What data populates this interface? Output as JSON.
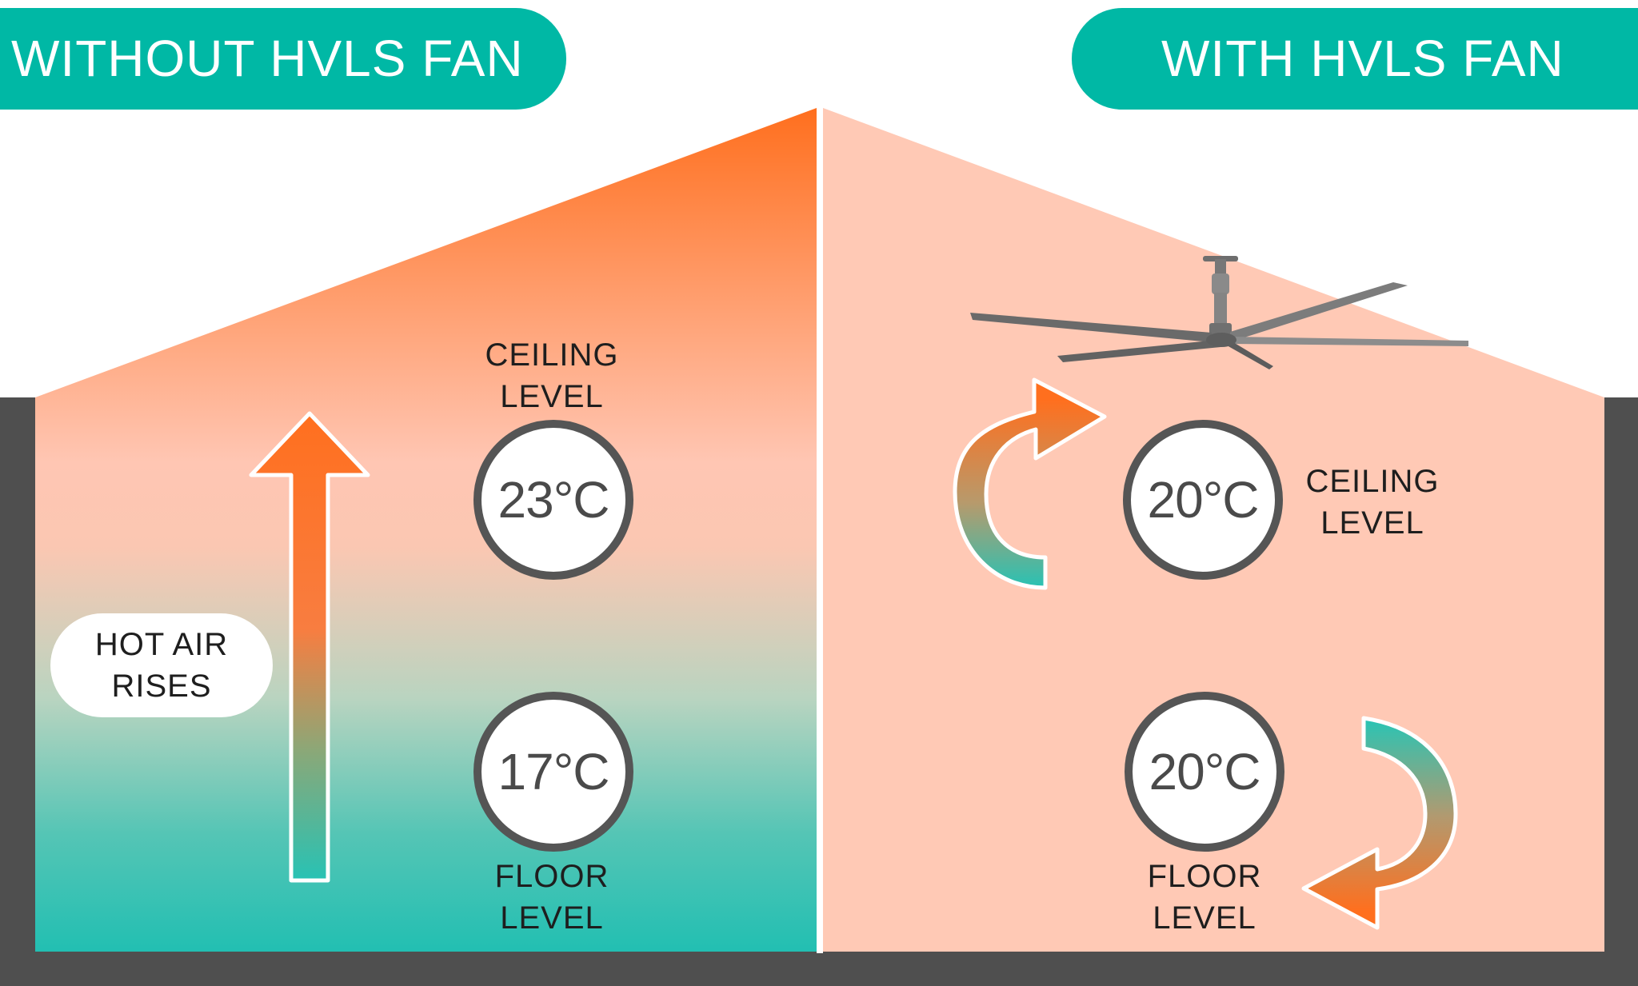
{
  "headers": {
    "left": "WITHOUT HVLS FAN",
    "right": "WITH HVLS FAN"
  },
  "without_fan": {
    "ceiling_label": [
      "CEILING",
      "LEVEL"
    ],
    "ceiling_temp": "23°C",
    "floor_label": [
      "FLOOR",
      "LEVEL"
    ],
    "floor_temp": "17°C",
    "airflow_note": [
      "HOT AIR",
      "RISES"
    ]
  },
  "with_fan": {
    "ceiling_label": [
      "CEILING",
      "LEVEL"
    ],
    "ceiling_temp": "20°C",
    "floor_label": [
      "FLOOR",
      "LEVEL"
    ],
    "floor_temp": "20°C"
  },
  "colors": {
    "accent_teal": "#00b8a5",
    "hot_orange": "#ff7020",
    "warm_pink": "#ffc9b5",
    "cool_teal": "#2ac4b4",
    "wall_gray": "#4f4f4f"
  }
}
